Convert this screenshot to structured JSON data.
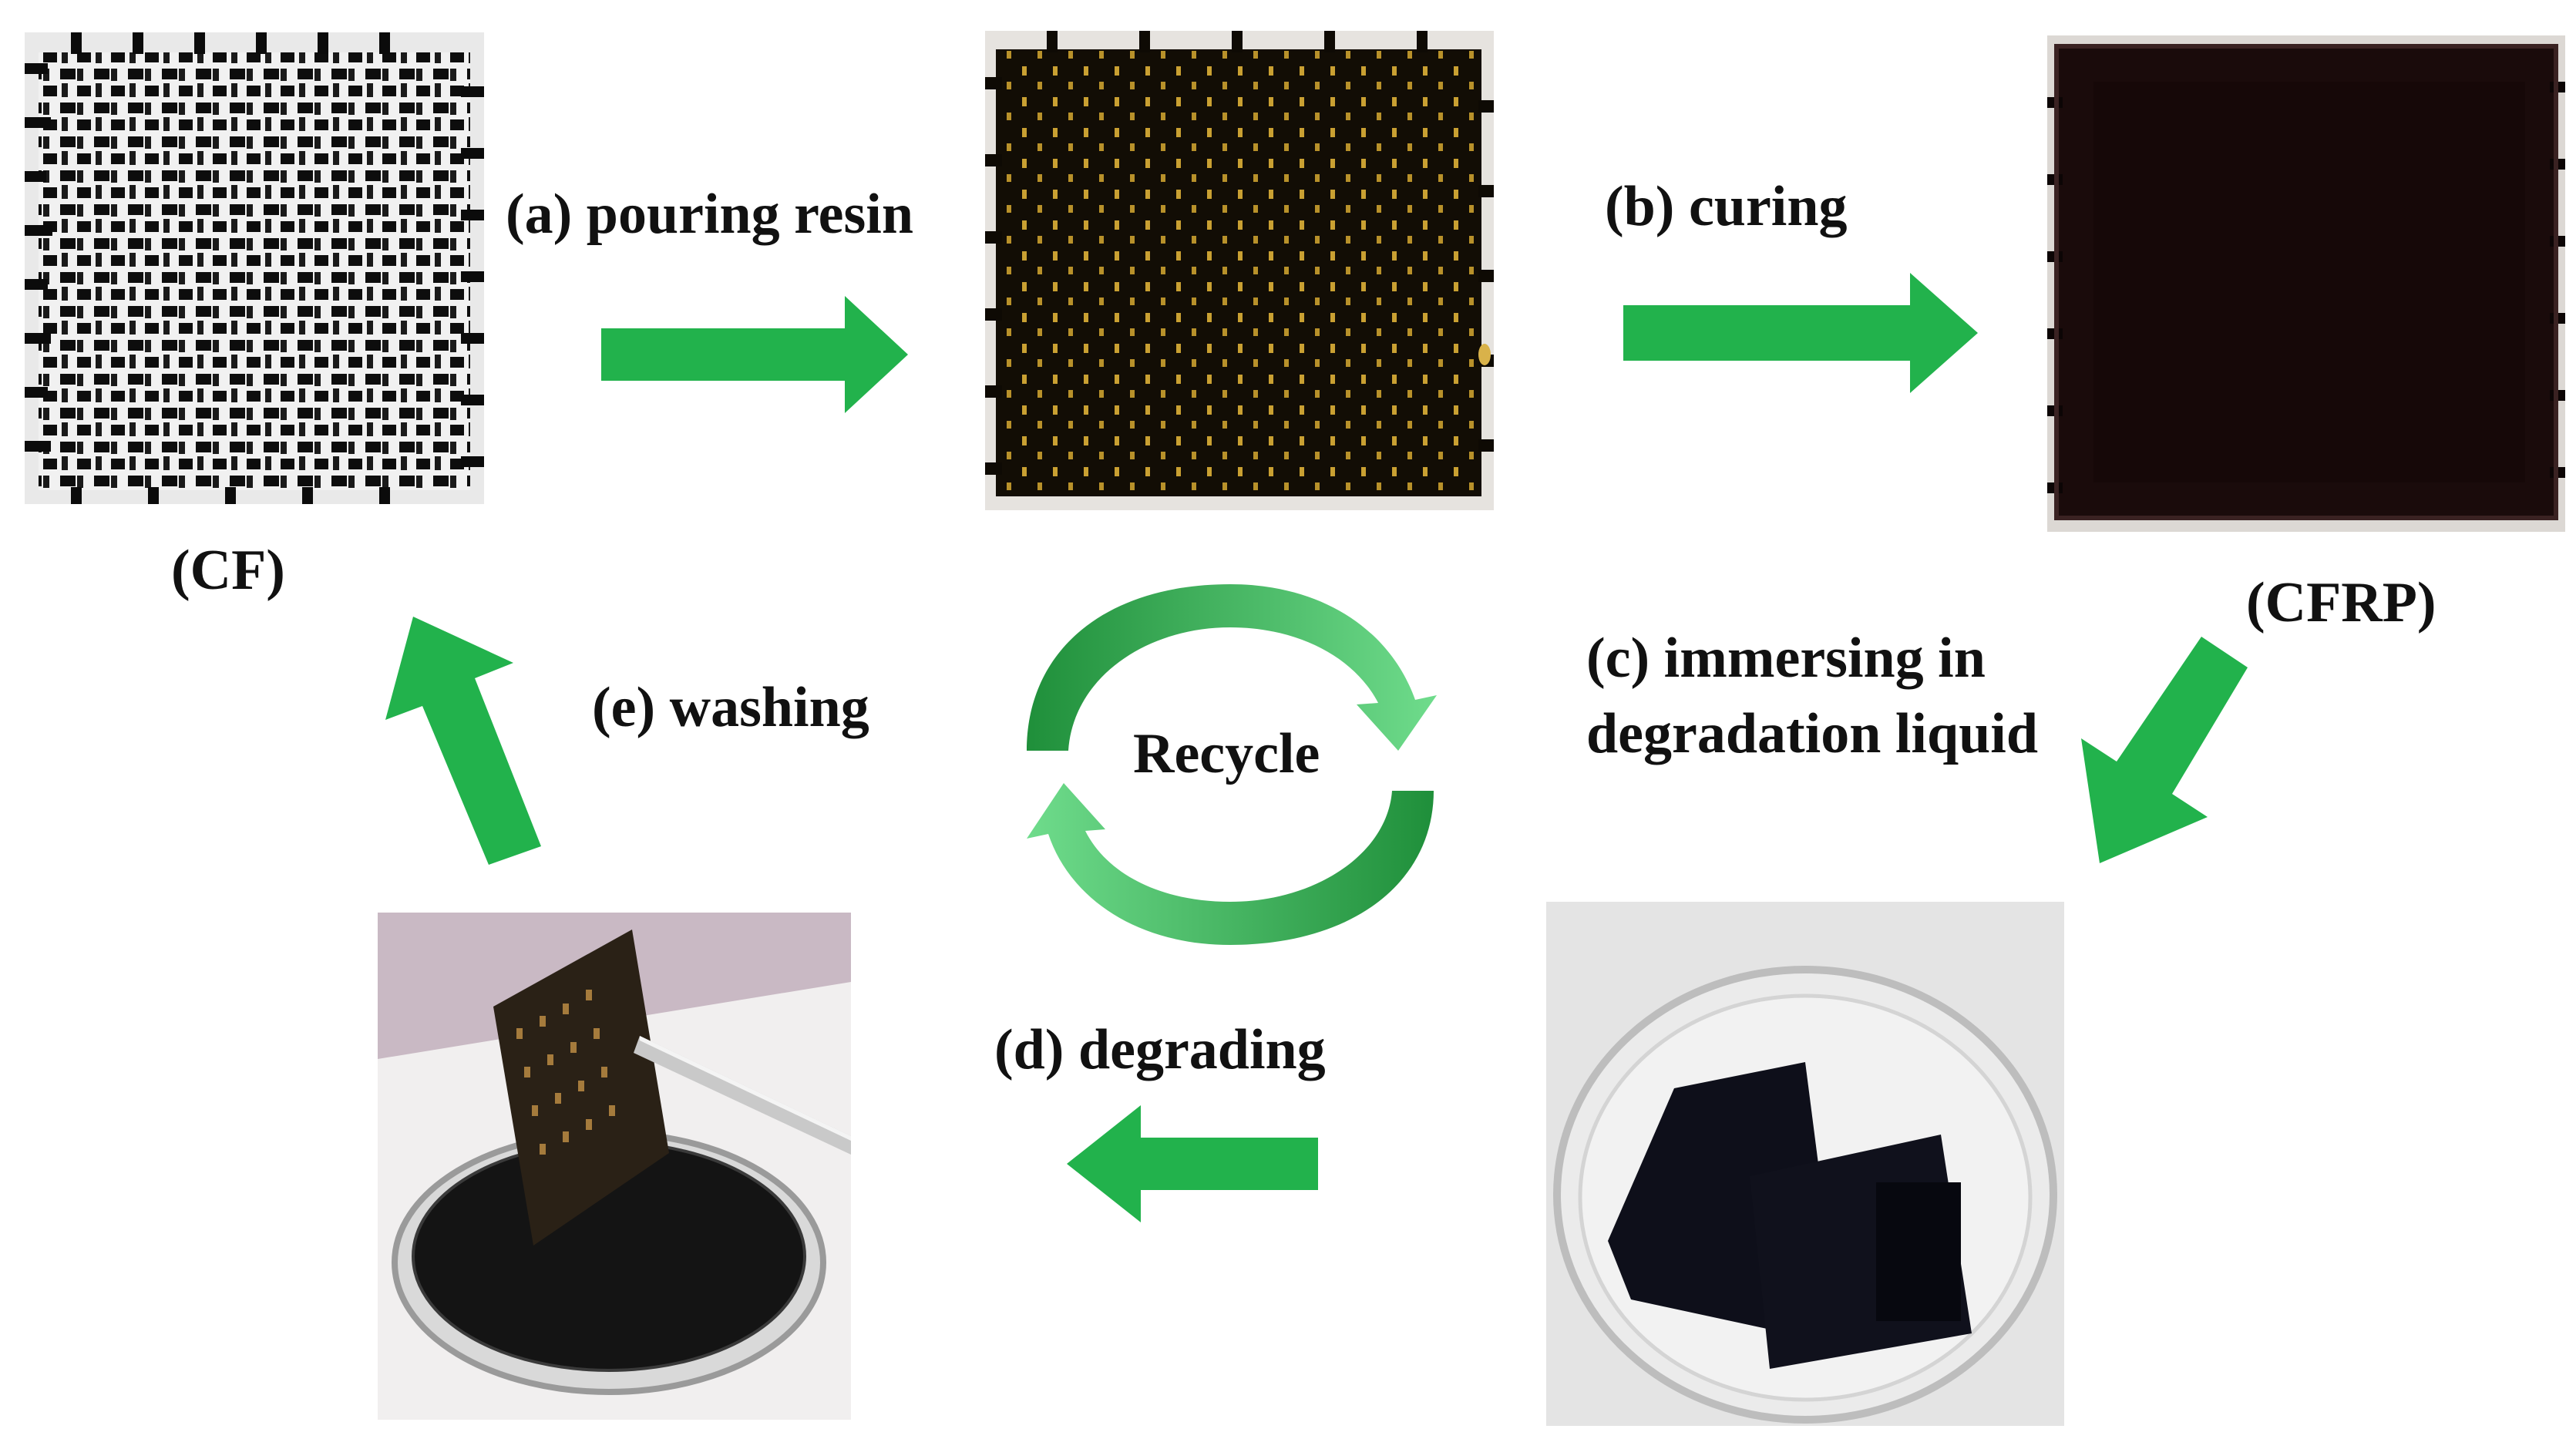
{
  "labels": {
    "step_a": "(a) pouring  resin",
    "step_b": "(b) curing",
    "step_c_line1": "(c) immersing in",
    "step_c_line2": "degradation liquid",
    "step_d": "(d) degrading",
    "step_e": "(e) washing",
    "cf": "(CF)",
    "cfrp": "(CFRP)",
    "cycle": "Recycle"
  },
  "images": {
    "cf_fabric": "woven-carbon-fiber-fabric",
    "resin_fabric": "resin-soaked-carbon-fiber-fabric",
    "cfrp_plate": "cured-cfrp-plate",
    "petri_immersion": "cfrp-pieces-in-petri-dish-with-liquid",
    "petri_degrading": "fabric-lifted-from-dark-degradation-liquid"
  },
  "colors": {
    "arrow_green": "#22b24c",
    "cycle_green_dark": "#1f8f3a",
    "cycle_green_light": "#6fdc8c",
    "text": "#111111"
  },
  "icons": {
    "process_arrow": "green-block-arrow-icon",
    "cycle": "recycle-circular-arrows-icon"
  }
}
